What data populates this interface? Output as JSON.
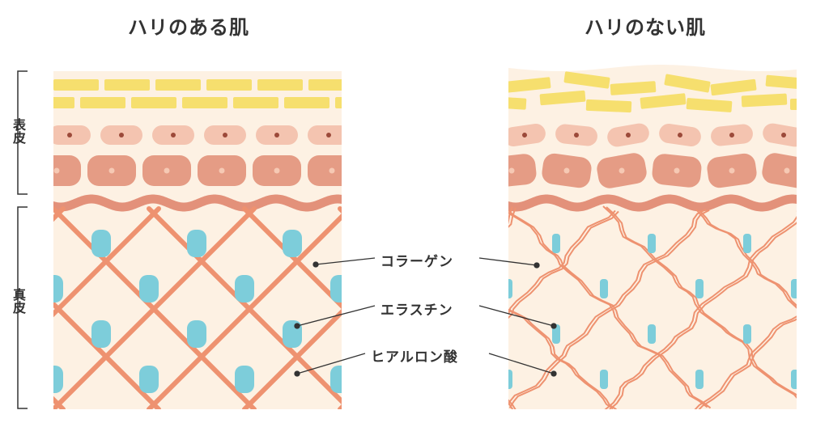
{
  "titles": {
    "firm_skin": "ハリのある肌",
    "sagging_skin": "ハリのない肌"
  },
  "layers": {
    "epidermis": "表皮",
    "dermis": "真皮"
  },
  "labels": {
    "collagen": "コラーゲン",
    "elastin": "エラスチン",
    "hyaluronic_acid": "ヒアルロン酸"
  },
  "colors": {
    "background": "#fdf1e3",
    "stratum_corneum": "#f6df6e",
    "cells_light": "#f4c4b0",
    "cells_dark": "#e59c85",
    "cell_nucleus": "#9c4a3a",
    "basement_membrane": "#e3917a",
    "collagen": "#ee9270",
    "elastin": "#7dcdda",
    "ink": "#333333"
  }
}
